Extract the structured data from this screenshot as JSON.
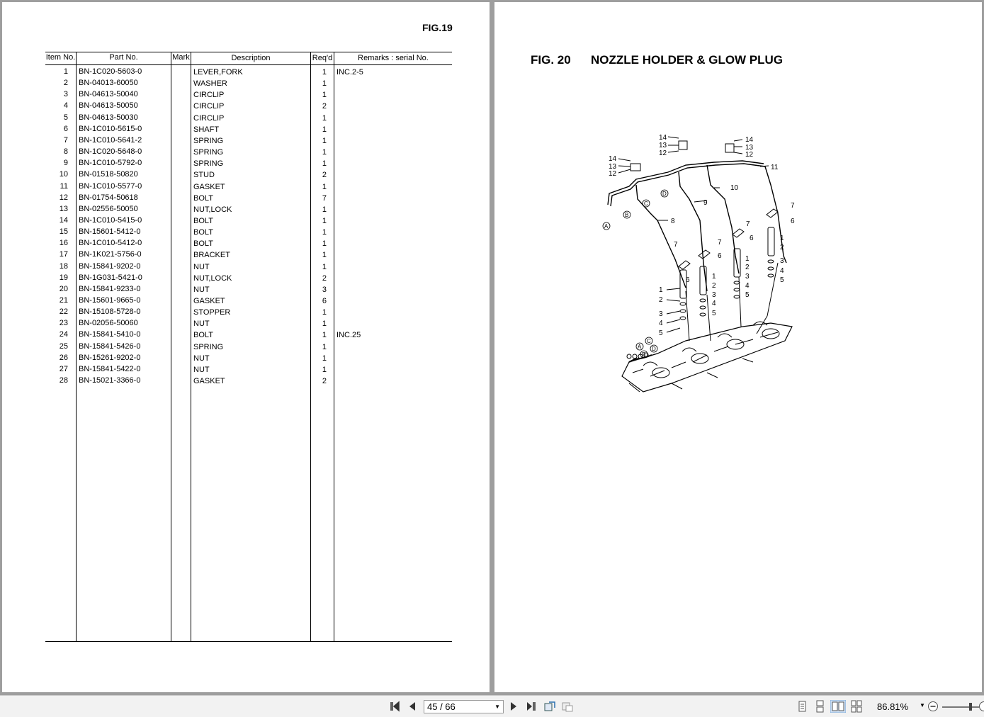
{
  "left_page": {
    "fig_label": "FIG.19",
    "headers": [
      "Item No.",
      "Part No.",
      "Mark",
      "Description",
      "Req'd",
      "Remarks : serial No."
    ],
    "rows": [
      {
        "item": "1",
        "part": "BN-1C020-5603-0",
        "mark": "",
        "desc": "LEVER,FORK",
        "qty": "1",
        "remarks": "INC.2-5"
      },
      {
        "item": "2",
        "part": "BN-04013-60050",
        "mark": "",
        "desc": "WASHER",
        "qty": "1",
        "remarks": ""
      },
      {
        "item": "3",
        "part": "BN-04613-50040",
        "mark": "",
        "desc": "CIRCLIP",
        "qty": "1",
        "remarks": ""
      },
      {
        "item": "4",
        "part": "BN-04613-50050",
        "mark": "",
        "desc": "CIRCLIP",
        "qty": "2",
        "remarks": ""
      },
      {
        "item": "5",
        "part": "BN-04613-50030",
        "mark": "",
        "desc": "CIRCLIP",
        "qty": "1",
        "remarks": ""
      },
      {
        "item": "6",
        "part": "BN-1C010-5615-0",
        "mark": "",
        "desc": "SHAFT",
        "qty": "1",
        "remarks": ""
      },
      {
        "item": "7",
        "part": "BN-1C010-5641-2",
        "mark": "",
        "desc": "SPRING",
        "qty": "1",
        "remarks": ""
      },
      {
        "item": "8",
        "part": "BN-1C020-5648-0",
        "mark": "",
        "desc": "SPRING",
        "qty": "1",
        "remarks": ""
      },
      {
        "item": "9",
        "part": "BN-1C010-5792-0",
        "mark": "",
        "desc": "SPRING",
        "qty": "1",
        "remarks": ""
      },
      {
        "item": "10",
        "part": "BN-01518-50820",
        "mark": "",
        "desc": "STUD",
        "qty": "2",
        "remarks": ""
      },
      {
        "item": "11",
        "part": "BN-1C010-5577-0",
        "mark": "",
        "desc": "GASKET",
        "qty": "1",
        "remarks": ""
      },
      {
        "item": "12",
        "part": "BN-01754-50618",
        "mark": "",
        "desc": "BOLT",
        "qty": "7",
        "remarks": ""
      },
      {
        "item": "13",
        "part": "BN-02556-50050",
        "mark": "",
        "desc": "NUT,LOCK",
        "qty": "1",
        "remarks": ""
      },
      {
        "item": "14",
        "part": "BN-1C010-5415-0",
        "mark": "",
        "desc": "BOLT",
        "qty": "1",
        "remarks": ""
      },
      {
        "item": "15",
        "part": "BN-15601-5412-0",
        "mark": "",
        "desc": "BOLT",
        "qty": "1",
        "remarks": ""
      },
      {
        "item": "16",
        "part": "BN-1C010-5412-0",
        "mark": "",
        "desc": "BOLT",
        "qty": "1",
        "remarks": ""
      },
      {
        "item": "17",
        "part": "BN-1K021-5756-0",
        "mark": "",
        "desc": "BRACKET",
        "qty": "1",
        "remarks": ""
      },
      {
        "item": "18",
        "part": "BN-15841-9202-0",
        "mark": "",
        "desc": "NUT",
        "qty": "1",
        "remarks": ""
      },
      {
        "item": "19",
        "part": "BN-1G031-5421-0",
        "mark": "",
        "desc": "NUT,LOCK",
        "qty": "2",
        "remarks": ""
      },
      {
        "item": "20",
        "part": "BN-15841-9233-0",
        "mark": "",
        "desc": "NUT",
        "qty": "3",
        "remarks": ""
      },
      {
        "item": "21",
        "part": "BN-15601-9665-0",
        "mark": "",
        "desc": "GASKET",
        "qty": "6",
        "remarks": ""
      },
      {
        "item": "22",
        "part": "BN-15108-5728-0",
        "mark": "",
        "desc": "STOPPER",
        "qty": "1",
        "remarks": ""
      },
      {
        "item": "23",
        "part": "BN-02056-50060",
        "mark": "",
        "desc": "NUT",
        "qty": "1",
        "remarks": ""
      },
      {
        "item": "24",
        "part": "BN-15841-5410-0",
        "mark": "",
        "desc": "BOLT",
        "qty": "1",
        "remarks": "INC.25"
      },
      {
        "item": "25",
        "part": "BN-15841-5426-0",
        "mark": "",
        "desc": "SPRING",
        "qty": "1",
        "remarks": ""
      },
      {
        "item": "26",
        "part": "BN-15261-9202-0",
        "mark": "",
        "desc": "NUT",
        "qty": "1",
        "remarks": ""
      },
      {
        "item": "27",
        "part": "BN-15841-5422-0",
        "mark": "",
        "desc": "NUT",
        "qty": "1",
        "remarks": ""
      },
      {
        "item": "28",
        "part": "BN-15021-3366-0",
        "mark": "",
        "desc": "GASKET",
        "qty": "2",
        "remarks": ""
      }
    ]
  },
  "right_page": {
    "fig_number": "FIG. 20",
    "fig_title": "NOZZLE HOLDER & GLOW PLUG",
    "callouts": [
      "1",
      "2",
      "3",
      "4",
      "5",
      "6",
      "7",
      "8",
      "9",
      "10",
      "11",
      "12",
      "13",
      "14",
      "A",
      "B",
      "C",
      "D"
    ]
  },
  "toolbar": {
    "page_indicator": "45 / 66",
    "zoom": "86.81%",
    "icons": [
      "first-page-icon",
      "prev-page-icon",
      "next-page-icon",
      "last-page-icon",
      "rotate-icon",
      "fit-icon",
      "single-page-icon",
      "continuous-icon",
      "facing-icon",
      "facing-continuous-icon",
      "zoom-out-icon",
      "zoom-in-icon"
    ]
  }
}
